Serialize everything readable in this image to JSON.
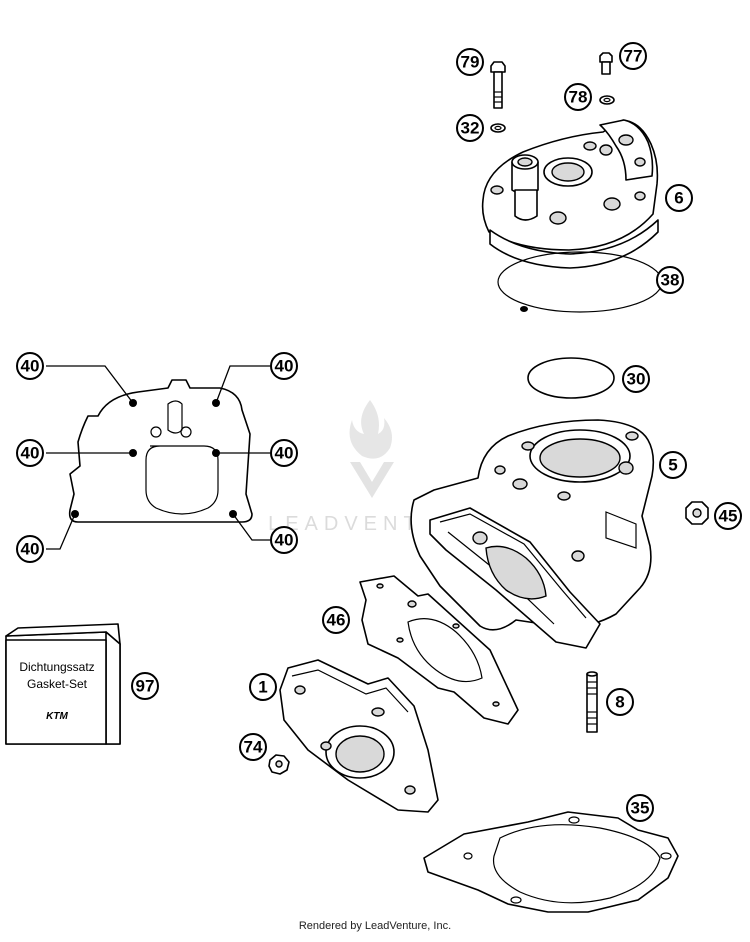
{
  "callouts": [
    {
      "label": "79"
    },
    {
      "label": "77"
    },
    {
      "label": "78"
    },
    {
      "label": "32"
    },
    {
      "label": "6"
    },
    {
      "label": "38"
    },
    {
      "label": "30"
    },
    {
      "label": "5"
    },
    {
      "label": "45"
    },
    {
      "label": "46"
    },
    {
      "label": "8"
    },
    {
      "label": "1"
    },
    {
      "label": "74"
    },
    {
      "label": "35"
    },
    {
      "label": "97"
    },
    {
      "label": "40"
    },
    {
      "label": "40"
    },
    {
      "label": "40"
    },
    {
      "label": "40"
    },
    {
      "label": "40"
    },
    {
      "label": "40"
    }
  ],
  "gasket_set_box": {
    "line1": "Dichtungssatz",
    "line2": "Gasket-Set",
    "brand": "KTM"
  },
  "watermark": "LEADVENTURE",
  "footer": "Rendered by LeadVenture, Inc."
}
